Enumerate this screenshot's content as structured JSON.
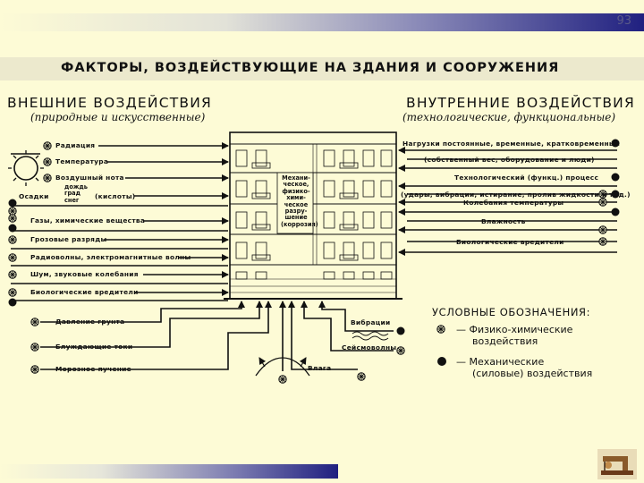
{
  "page_number": "93",
  "title": "ФАКТОРЫ, ВОЗДЕЙСТВУЮЩИЕ НА ЗДАНИЯ И СООРУЖЕНИЯ",
  "external": {
    "header": "ВНЕШНИЕ ВОЗДЕЙСТВИЯ",
    "subheader": "(природные и искусственные)",
    "items": [
      "Радиация",
      "Температура",
      "Воздушный нота",
      "Осадки",
      "(кислоты)",
      "Газы, химические вещества",
      "Грозовые разряды",
      "Радиоволны, электромагнитные волны",
      "Шум, звуковые колебания",
      "Биологические вредители"
    ],
    "precip_types": [
      "дождь",
      "град",
      "снег"
    ]
  },
  "internal": {
    "header": "ВНУТРЕННИЕ ВОЗДЕЙСТВИЯ",
    "subheader": "(технологические,  функциональные)",
    "items": [
      "Нагрузки постоянные, временные, кратковременные",
      "(собственный вес, оборудование и люди)",
      "Технологический (функц.) процесс",
      "(удары, вибрации, истирание, пролив жидкости и т. д.)",
      "Колебания температуры",
      "Влажность",
      "Биологические вредители"
    ]
  },
  "building_note": [
    "Механи-",
    "ческое,",
    "физико-",
    "хими-",
    "ческое",
    "разру-",
    "шение",
    "(коррозия)"
  ],
  "ground": {
    "items": [
      "Давление грунта",
      "Блуждающие токи",
      "Морозное пучение"
    ],
    "right_items": [
      "Вибрации",
      "Сейсмоволны",
      "Влага"
    ]
  },
  "legend": {
    "title": "УСЛОВНЫЕ ОБОЗНАЧЕНИЯ:",
    "physchem": [
      "— Физико-химические",
      "воздействия"
    ],
    "mech": [
      "— Механические",
      "(силовые) воздействия"
    ]
  },
  "colors": {
    "background": "#fdfbd6",
    "title_band": "#ece9cd",
    "accent": "#202080",
    "ink": "#111111"
  },
  "icons": {
    "sun": "sun-icon",
    "physchem": "crossed-circle-icon",
    "mech": "filled-circle-icon"
  }
}
